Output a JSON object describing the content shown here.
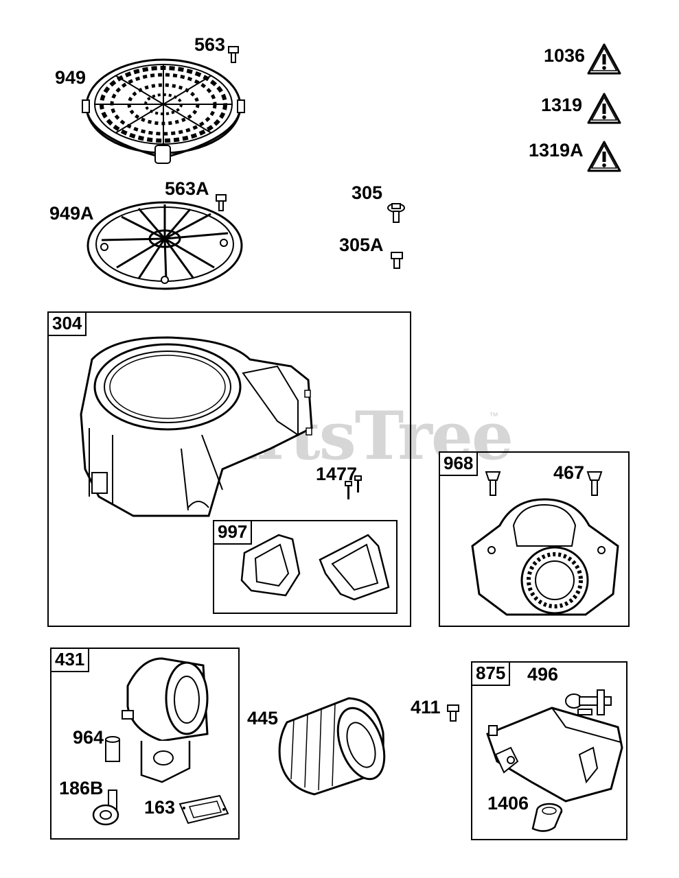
{
  "watermark": {
    "text": "PartsTree",
    "trademark": "™"
  },
  "labels": {
    "p563": "563",
    "p949": "949",
    "p563a": "563A",
    "p949a": "949A",
    "p305": "305",
    "p305a": "305A",
    "p1036": "1036",
    "p1319": "1319",
    "p1319a": "1319A",
    "p1477": "1477",
    "p467": "467",
    "p445": "445",
    "p411": "411",
    "p496": "496",
    "p964": "964",
    "p186b": "186B",
    "p163": "163",
    "p1406": "1406"
  },
  "boxes": {
    "b304": "304",
    "b997": "997",
    "b968": "968",
    "b431": "431",
    "b875": "875"
  },
  "icons": [
    "warning-triangle-icon"
  ]
}
